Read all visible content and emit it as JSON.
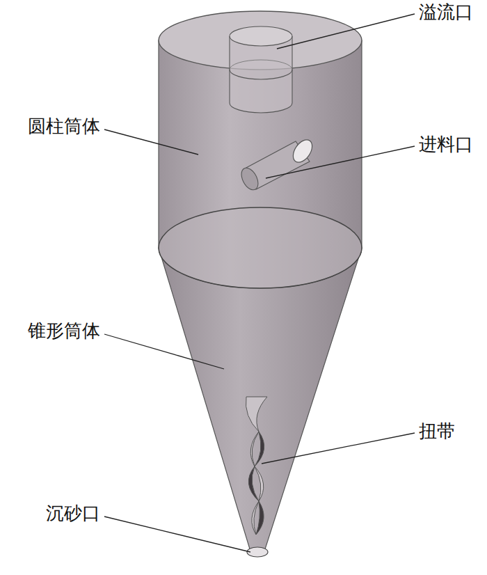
{
  "diagram": {
    "labels": [
      "溢流口",
      "圆柱筒体",
      "进料口",
      "锥形筒体",
      "扭带",
      "沉砂口"
    ]
  }
}
